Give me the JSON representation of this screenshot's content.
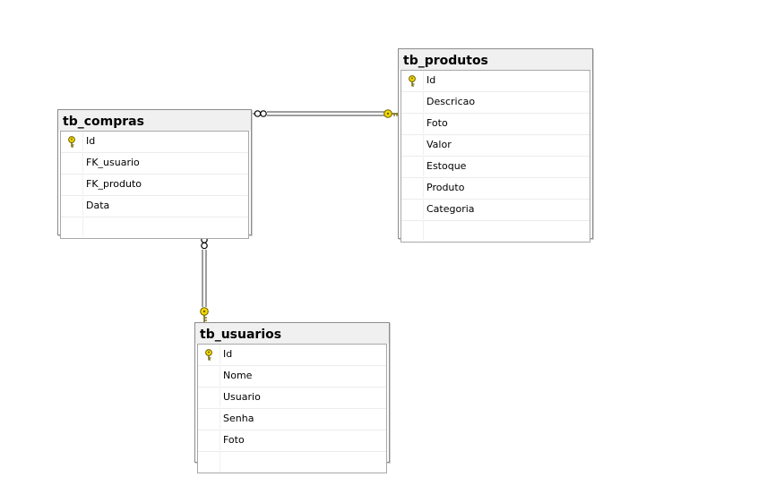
{
  "colors": {
    "key_fill": "#f4d800",
    "key_stroke": "#6b6200",
    "header_bg": "#f0f0f0",
    "line": "#3c3c3c"
  },
  "tables": {
    "compras": {
      "title": "tb_compras",
      "key_icon": "primary-key-icon",
      "columns": [
        "Id",
        "FK_usuario",
        "FK_produto",
        "Data"
      ]
    },
    "produtos": {
      "title": "tb_produtos",
      "key_icon": "primary-key-icon",
      "columns": [
        "Id",
        "Descricao",
        "Foto",
        "Valor",
        "Estoque",
        "Produto",
        "Categoria"
      ]
    },
    "usuarios": {
      "title": "tb_usuarios",
      "key_icon": "primary-key-icon",
      "columns": [
        "Id",
        "Nome",
        "Usuario",
        "Senha",
        "Foto"
      ]
    }
  },
  "relationships": [
    {
      "from": "tb_compras",
      "to": "tb_produtos",
      "from_end": "many",
      "to_end": "one"
    },
    {
      "from": "tb_compras",
      "to": "tb_usuarios",
      "from_end": "many",
      "to_end": "one"
    }
  ]
}
